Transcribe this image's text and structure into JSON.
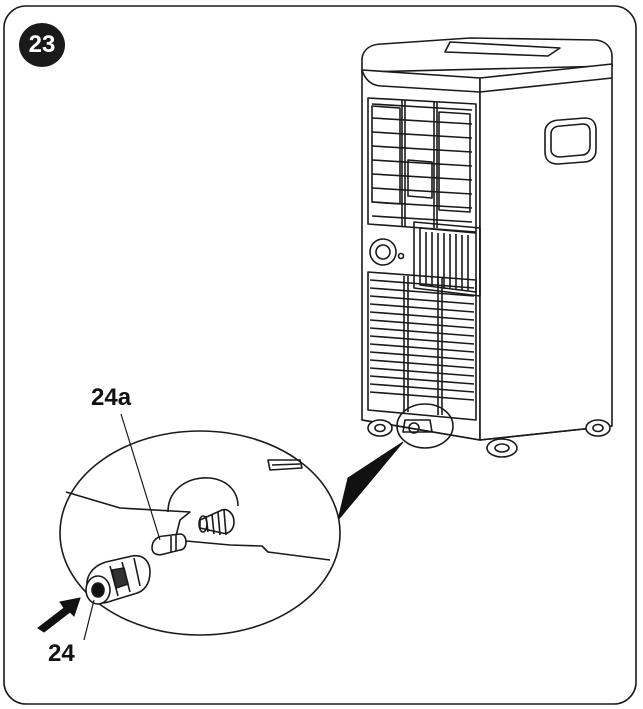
{
  "figure": {
    "step_number": "23",
    "callouts": {
      "part_24a": "24a",
      "part_24": "24"
    }
  },
  "colors": {
    "line": "#1a1a1a",
    "badge_bg": "#1a1a1a",
    "background": "#ffffff"
  },
  "icons": {
    "direction_arrow": "arrow-right-icon"
  }
}
